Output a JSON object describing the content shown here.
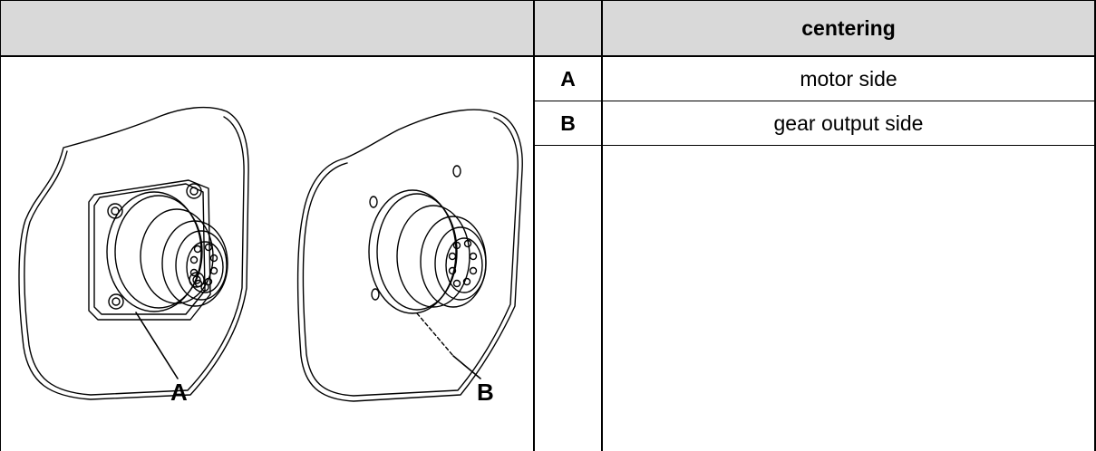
{
  "table": {
    "header": {
      "col1": "",
      "col2": "",
      "col3": "centering"
    },
    "rows": [
      {
        "key": "A",
        "value": "motor side"
      },
      {
        "key": "B",
        "value": "gear output side"
      }
    ]
  },
  "figure": {
    "callout_a": "A",
    "callout_b": "B"
  },
  "colors": {
    "header_fill": "#d9d9d9",
    "grid": "#000000",
    "drawing": "#000000"
  }
}
